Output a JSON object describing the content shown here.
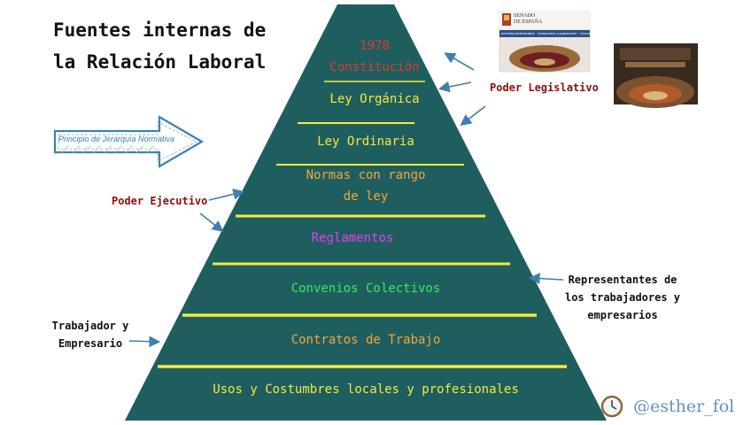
{
  "title": "Fuentes internas de\nla Relación Laboral",
  "colors": {
    "pyramid_fill": "#1f5e5e",
    "divider": "#f5ea3c",
    "arrow": "#3d7fb3",
    "text_orange": "#f0a640",
    "text_yellow": "#f5ea3c",
    "text_magenta": "#e63cf0",
    "text_green": "#3ce65a",
    "text_red": "#e03a2e",
    "label_dark_red": "#8a1010"
  },
  "levels": [
    {
      "text": "1978\nConstitución",
      "color": "#e03a2e"
    },
    {
      "text": "Ley Orgánica",
      "color": "#f5ea3c"
    },
    {
      "text": "Ley Ordinaria",
      "color": "#f5ea3c"
    },
    {
      "text": "Normas con rango\nde ley",
      "color": "#f0a640"
    },
    {
      "text": "Reglamentos",
      "color": "#e63cf0"
    },
    {
      "text": "Convenios Colectivos",
      "color": "#3ce65a"
    },
    {
      "text": "Contratos de Trabajo",
      "color": "#f0a640"
    },
    {
      "text": "Usos y Costumbres locales y profesionales",
      "color": "#f5ea3c"
    }
  ],
  "side_labels": {
    "poder_legislativo": "Poder Legislativo",
    "poder_ejecutivo": "Poder Ejecutivo",
    "representantes": "Representantes de\nlos trabajadores y\nempresarios",
    "trabajador_empresario": "Trabajador y\nEmpresario"
  },
  "principle_arrow": "Principio de Jerarquía Normativa",
  "senado_logo": {
    "line1": "SENADO",
    "line2": "DE ESPAÑA"
  },
  "senado_tabs": [
    "Actividad parlamentaria",
    "Composición y organización",
    "Conocer el Sena"
  ],
  "watermark": "@esther_fol",
  "icons": [
    "senate-chamber-photo",
    "congress-chamber-photo",
    "clock-icon"
  ]
}
